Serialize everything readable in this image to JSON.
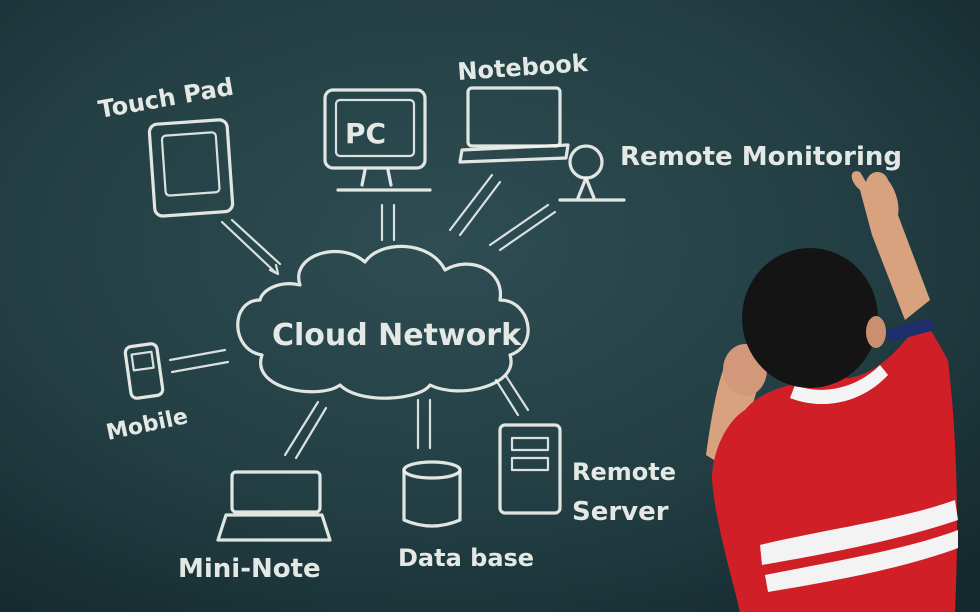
{
  "diagram": {
    "center": "Cloud Network",
    "devices": [
      {
        "label": "Touch Pad",
        "icon": "tablet-icon"
      },
      {
        "label": "PC",
        "icon": "monitor-icon"
      },
      {
        "label": "Notebook",
        "icon": "laptop-icon"
      },
      {
        "label": "Remote Monitoring",
        "icon": "webcam-icon"
      },
      {
        "label": "Mobile",
        "icon": "mobile-phone-icon"
      },
      {
        "label": "Mini-Note",
        "icon": "netbook-icon"
      },
      {
        "label": "Data base",
        "icon": "database-icon"
      },
      {
        "label": "Remote",
        "icon": "server-icon"
      },
      {
        "label": "Server",
        "icon": "server-icon"
      }
    ]
  },
  "colors": {
    "board": "#1f3a3e",
    "chalk": "#f2f4f0",
    "shirt": "#d01f26",
    "collar": "#ffffff"
  }
}
